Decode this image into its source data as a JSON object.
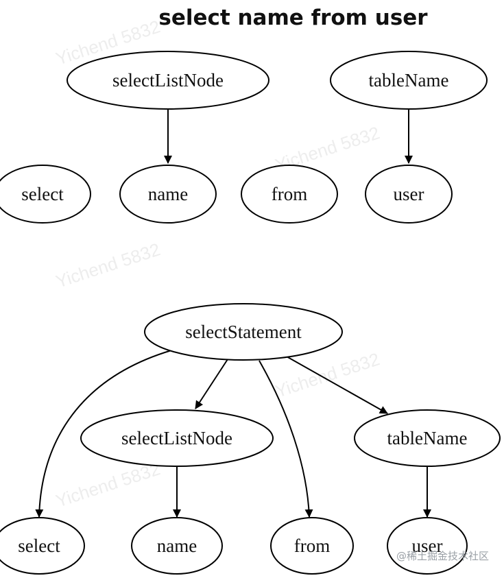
{
  "title": "select name from user",
  "watermark": "Yichend 5832",
  "credit": "@稀土掘金技术社区",
  "diagram_top": {
    "nodes": {
      "selectListNode": "selectListNode",
      "tableName": "tableName",
      "select": "select",
      "name": "name",
      "from": "from",
      "user": "user"
    }
  },
  "diagram_bottom": {
    "nodes": {
      "selectStatement": "selectStatement",
      "selectListNode": "selectListNode",
      "tableName": "tableName",
      "select": "select",
      "name": "name",
      "from": "from",
      "user": "user"
    }
  }
}
